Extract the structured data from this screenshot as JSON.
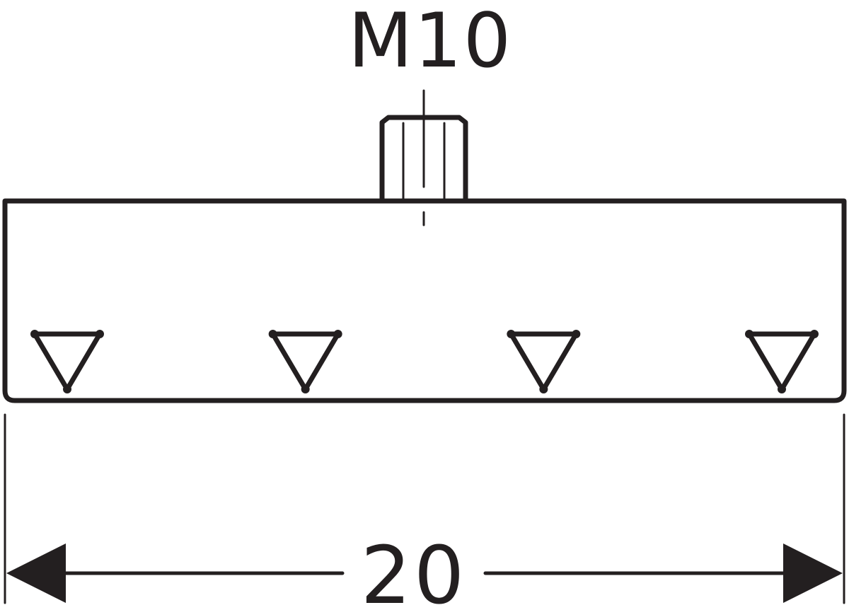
{
  "drawing": {
    "thread_label": "M10",
    "dimension_label": "20",
    "hole_marker_count": 4,
    "line_color": "#231f20",
    "background_color": "#ffffff"
  }
}
